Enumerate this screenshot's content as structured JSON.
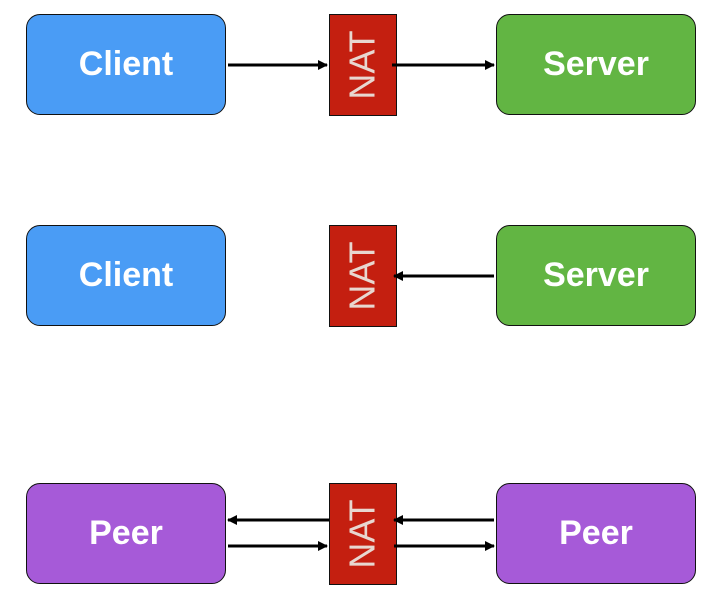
{
  "colors": {
    "client": "#4a9cf5",
    "server": "#62b543",
    "peer": "#a65ad8",
    "nat": "#c41f10",
    "arrow": "#000000"
  },
  "rows": [
    {
      "left_label": "Client",
      "nat_label": "NAT",
      "right_label": "Server"
    },
    {
      "left_label": "Client",
      "nat_label": "NAT",
      "right_label": "Server"
    },
    {
      "left_label": "Peer",
      "nat_label": "NAT",
      "right_label": "Peer"
    }
  ]
}
